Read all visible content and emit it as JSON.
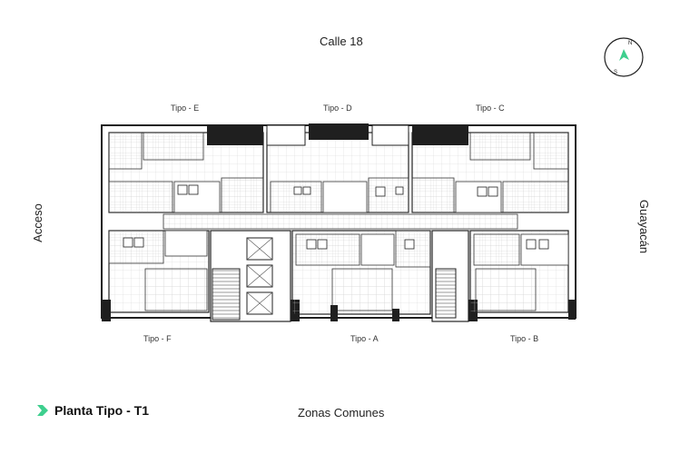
{
  "streets": {
    "top": "Calle 18",
    "bottom": "Zonas Comunes",
    "left": "Acceso",
    "right": "Guayacán"
  },
  "unit_labels": {
    "e": "Tipo - E",
    "d": "Tipo - D",
    "c": "Tipo - C",
    "f": "Tipo - F",
    "a": "Tipo - A",
    "b": "Tipo - B"
  },
  "compass": {
    "north": "N",
    "south": "S",
    "accent": "#3ecf8e"
  },
  "title": "Planta Tipo - T1",
  "colors": {
    "accent": "#3ecf8e",
    "wall": "#1f1f1f",
    "grid": "#c9c9c9"
  },
  "icons": {
    "title_arrow": "chevron-right-icon",
    "compass_arrow": "north-arrow-icon"
  }
}
